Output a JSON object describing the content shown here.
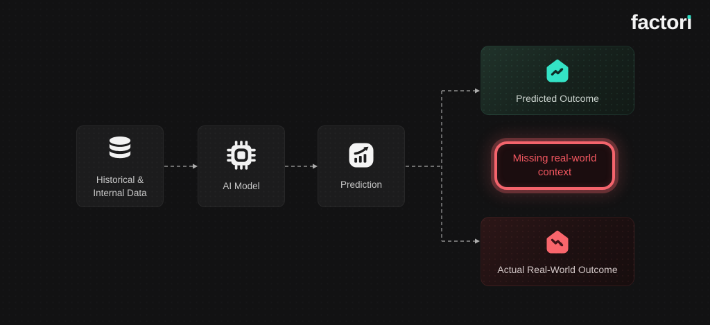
{
  "brand": {
    "prefix": "factor",
    "i_glyph": "ı",
    "full": "factori",
    "accent_color": "#2fe0c6"
  },
  "steps": [
    {
      "label": "Historical &\nInternal Data",
      "icon": "database-icon"
    },
    {
      "label": "AI Model",
      "icon": "cpu-chip-icon"
    },
    {
      "label": "Prediction",
      "icon": "trending-chart-icon"
    }
  ],
  "outcomes": {
    "predicted": {
      "label": "Predicted Outcome",
      "icon": "house-trend-up-icon",
      "accent_color": "#34e3c6"
    },
    "actual": {
      "label": "Actual Real-World Outcome",
      "icon": "house-trend-down-icon",
      "accent_color": "#f9666c"
    }
  },
  "gap": {
    "label": "Missing real-world\ncontext",
    "border_color": "#f4646c",
    "text_color": "#f25760"
  },
  "colors": {
    "background": "#121213",
    "card": "#1c1c1d",
    "muted_text": "#c7c7c7",
    "connector": "#8e8e8e"
  }
}
